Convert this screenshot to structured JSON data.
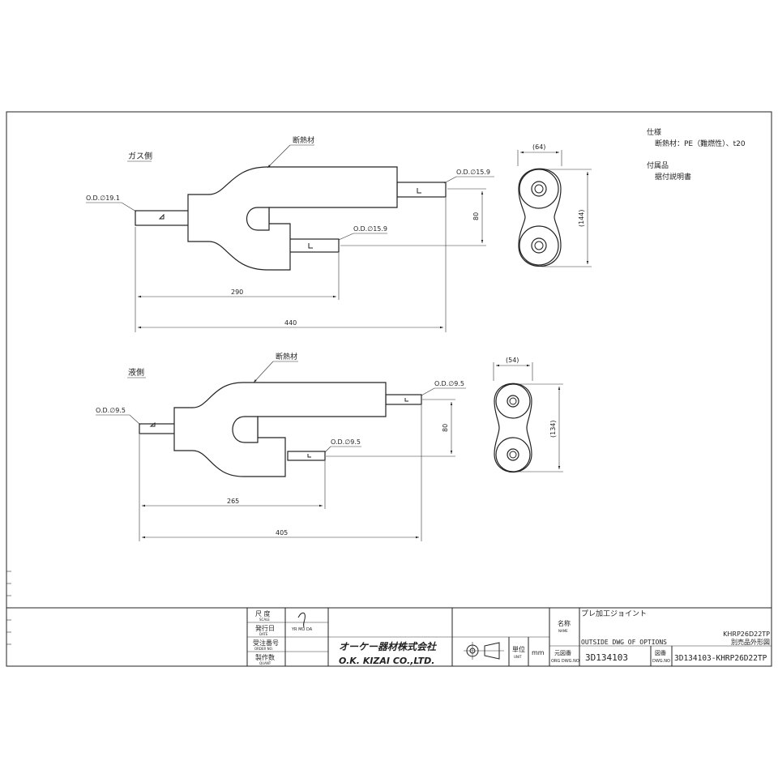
{
  "notes": {
    "spec_heading": "仕様",
    "spec_line": "断熱材：PE（難燃性）、t20",
    "accessory_heading": "付属品",
    "accessory_line": "据付説明書"
  },
  "gas": {
    "title": "ガス側",
    "insulation_label": "断熱材",
    "od_left": "O.D.∅19.1",
    "od_right_upper": "O.D.∅15.9",
    "od_lower": "O.D.∅15.9",
    "dim_short": "290",
    "dim_long": "440",
    "dim_pitch": "80",
    "dim_width": "(64)",
    "dim_height": "(144)"
  },
  "liquid": {
    "title": "液側",
    "insulation_label": "断熱材",
    "od_left": "O.D.∅9.5",
    "od_right_upper": "O.D.∅9.5",
    "od_lower": "O.D.∅9.5",
    "dim_short": "265",
    "dim_long": "405",
    "dim_pitch": "80",
    "dim_width": "(54)",
    "dim_height": "(134)"
  },
  "title_block": {
    "scale_jp": "尺 度",
    "scale_en": "SCALE",
    "date_jp": "発行日",
    "date_en": "DATE",
    "date_fields": "YR  MO  DA",
    "order_jp": "受注番号",
    "order_en": "ORDER NO.",
    "quant_jp": "製作数",
    "quant_en": "QUANT",
    "company_jp": "オーケー器材株式会社",
    "company_en": "O.K. KIZAI CO.,LTD.",
    "unit_jp": "単位",
    "unit_en": "UNIT",
    "unit_value": "mm",
    "name_jp": "名称",
    "name_en": "NAME",
    "name_value": "プレ加工ジョイント",
    "product_code": "KHRP26D22TP",
    "outside_dwg": "OUTSIDE DWG OF OPTIONS",
    "outside_dwg_jp": "別売品外形図",
    "org_jp": "元図番",
    "org_en": "ORG DWG.NO",
    "org_value": "3D134103",
    "dwg_jp": "図番",
    "dwg_en": "DWG.NO",
    "dwg_value": "3D134103-KHRP26D22TP"
  }
}
